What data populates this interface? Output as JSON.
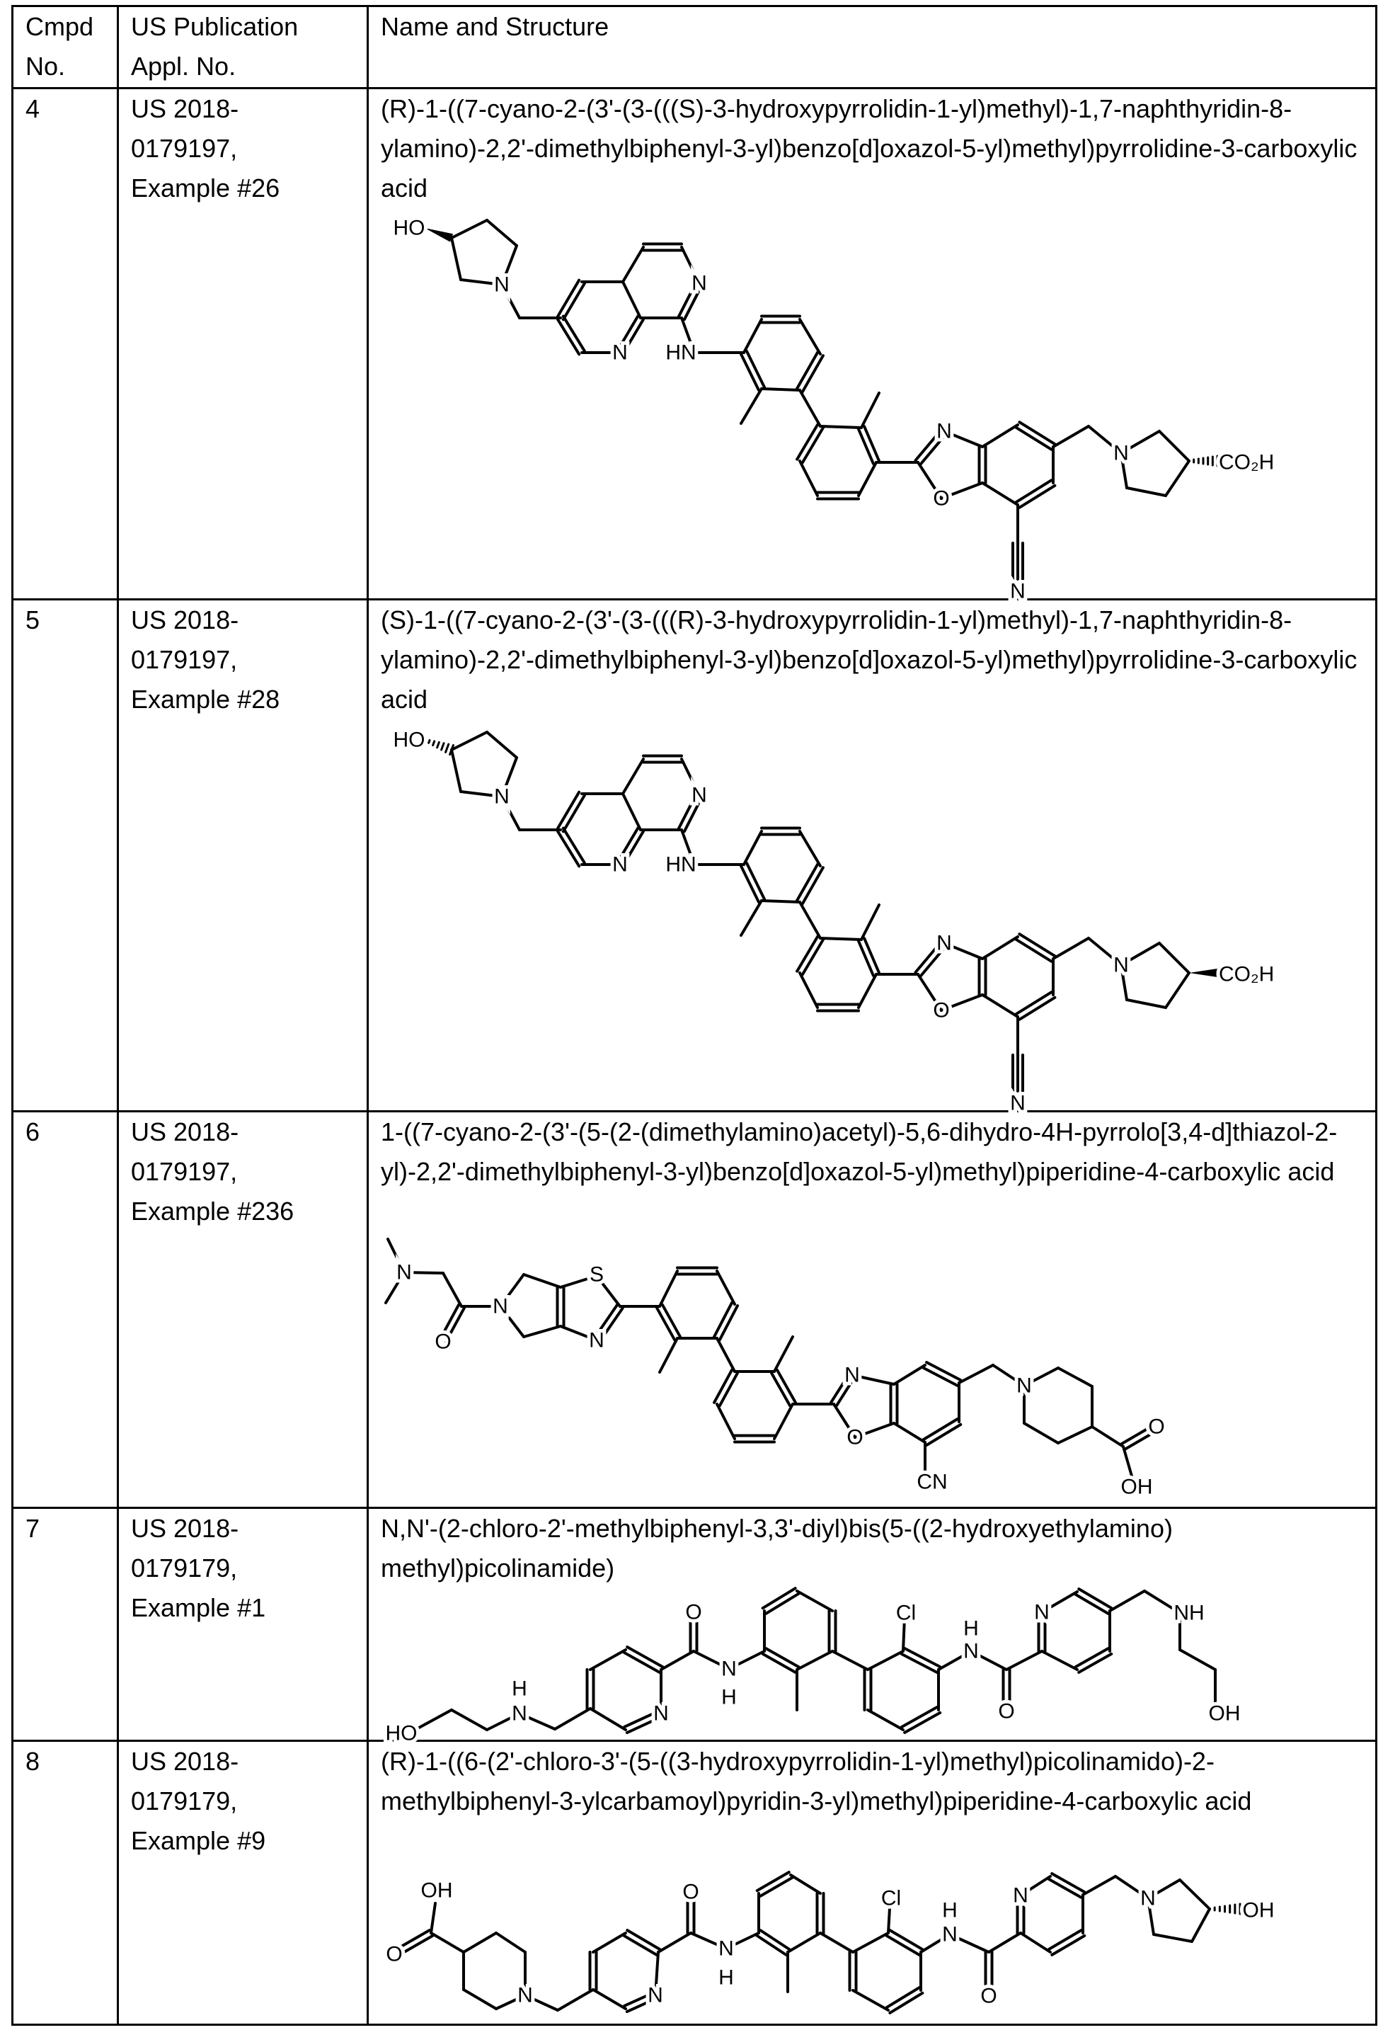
{
  "table": {
    "headers": {
      "cmpd": "Cmpd No.",
      "publication": "US Publication Appl. No.",
      "name": "Name and Structure"
    },
    "rows": [
      {
        "cmpd": "4",
        "publication": "US 2018-0179197, Example #26",
        "name": "(R)-1-((7-cyano-2-(3'-(3-(((S)-3-hydroxypyrrolidin-1-yl)methyl)-1,7-naphthyridin-8-ylamino)-2,2'-dimethylbiphenyl-3-yl)benzo[d]oxazol-5-yl)methyl)pyrrolidine-3-carboxylic acid",
        "structure_labels": [
          "HO",
          "N",
          "N",
          "N",
          "HN",
          "N",
          "O",
          "N",
          "N",
          "CO₂H"
        ]
      },
      {
        "cmpd": "5",
        "publication": "US 2018-0179197, Example #28",
        "name": "(S)-1-((7-cyano-2-(3'-(3-(((R)-3-hydroxypyrrolidin-1-yl)methyl)-1,7-naphthyridin-8-ylamino)-2,2'-dimethylbiphenyl-3-yl)benzo[d]oxazol-5-yl)methyl)pyrrolidine-3-carboxylic acid",
        "structure_labels": [
          "HO",
          "N",
          "N",
          "N",
          "HN",
          "N",
          "O",
          "N",
          "N",
          "CO₂H"
        ]
      },
      {
        "cmpd": "6",
        "publication": "US 2018-0179197, Example #236",
        "name": "1-((7-cyano-2-(3'-(5-(2-(dimethylamino)acetyl)-5,6-dihydro-4H-pyrrolo[3,4-d]thiazol-2-yl)-2,2'-dimethylbiphenyl-3-yl)benzo[d]oxazol-5-yl)methyl)piperidine-4-carboxylic acid",
        "structure_labels": [
          "N",
          "O",
          "N",
          "S",
          "N",
          "N",
          "O",
          "CN",
          "N",
          "O",
          "OH"
        ]
      },
      {
        "cmpd": "7",
        "publication": "US 2018-0179179, Example #1",
        "name": "N,N'-(2-chloro-2'-methylbiphenyl-3,3'-diyl)bis(5-((2-hydroxyethylamino) methyl)picolinamide)",
        "structure_labels": [
          "HO",
          "N",
          "H",
          "N",
          "O",
          "N",
          "H",
          "Cl",
          "N",
          "H",
          "O",
          "N",
          "NH",
          "OH"
        ]
      },
      {
        "cmpd": "8",
        "publication": "US 2018-0179179, Example #9",
        "name": "(R)-1-((6-(2'-chloro-3'-(5-((3-hydroxypyrrolidin-1-yl)methyl)picolinamido)-2-methylbiphenyl-3-ylcarbamoyl)pyridin-3-yl)methyl)piperidine-4-carboxylic acid",
        "structure_labels": [
          "OH",
          "O",
          "N",
          "N",
          "O",
          "N",
          "H",
          "Cl",
          "N",
          "H",
          "O",
          "N",
          "N",
          "OH"
        ]
      }
    ]
  }
}
